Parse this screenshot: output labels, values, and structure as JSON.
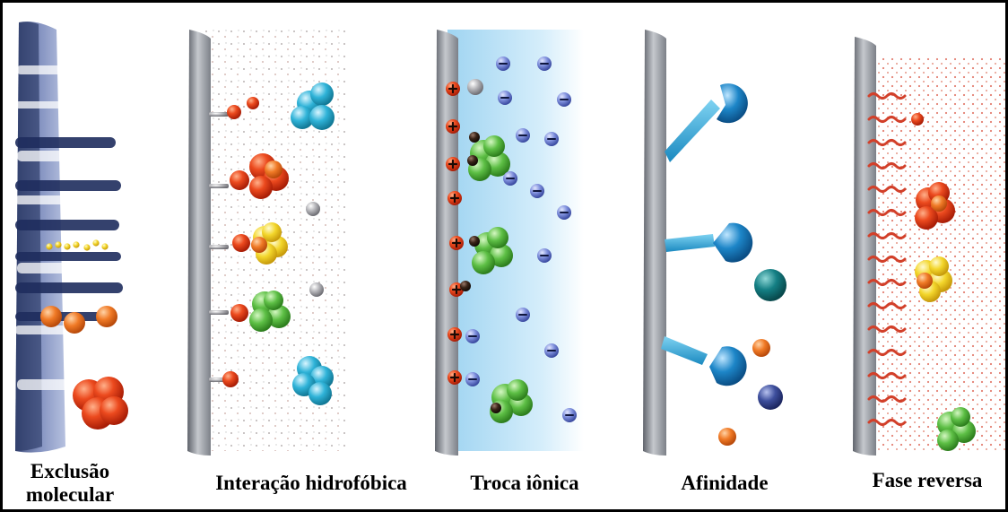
{
  "panels": [
    {
      "id": "exclusao",
      "caption_lines": [
        "Exclusão",
        "molecular"
      ]
    },
    {
      "id": "hidrofobica",
      "caption_lines": [
        "Interação hidrofóbica"
      ]
    },
    {
      "id": "ionica",
      "caption_lines": [
        "Troca iônica"
      ]
    },
    {
      "id": "afinidade",
      "caption_lines": [
        "Afinidade"
      ]
    },
    {
      "id": "reversa",
      "caption_lines": [
        "Fase reversa"
      ]
    }
  ],
  "colors": {
    "wall": "#8f939a",
    "sieve": "#3c4f86",
    "red": "#e8431c",
    "orange": "#f07a26",
    "yellow": "#f1d22a",
    "green": "#5dbf45",
    "teal_cluster": "#2fb3d8",
    "grey": "#a9a9ad",
    "ion_blue": "#5a6fc4",
    "affinity_blue": "#1d86c8",
    "teal_dark": "#147f84",
    "ion_bg": "#bfe3f6",
    "reverse_chain": "#d2402a"
  }
}
